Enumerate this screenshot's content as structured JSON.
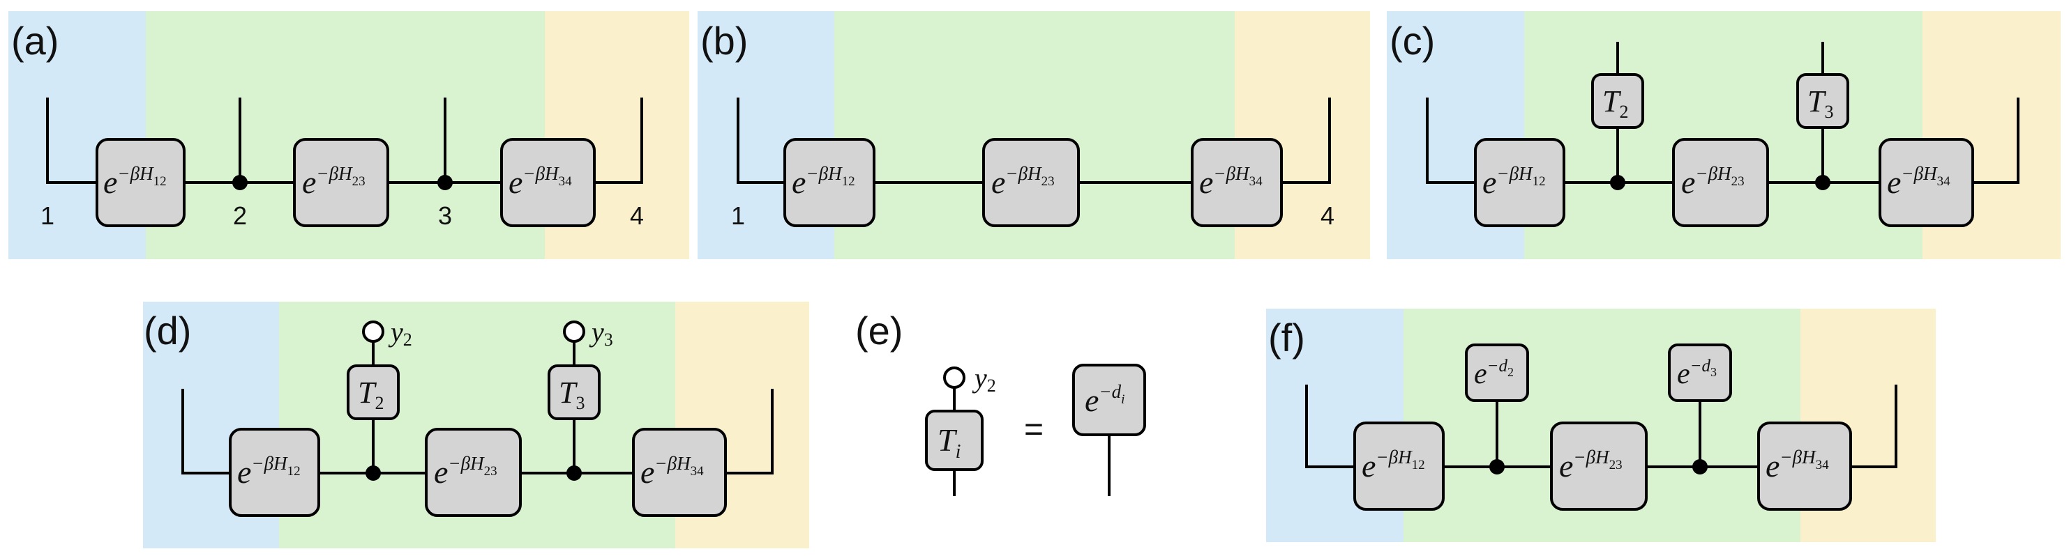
{
  "colors": {
    "blue_region": "#d3e9f8",
    "green_region": "#d9f2cf",
    "yellow_region": "#fbf0cc",
    "box_fill": "#d4d4d4",
    "line": "#000000"
  },
  "panels": {
    "a": {
      "label": "(a)",
      "sites": [
        "1",
        "2",
        "3",
        "4"
      ],
      "gates": [
        {
          "base": "e",
          "exp": "−βH",
          "sub": "12"
        },
        {
          "base": "e",
          "exp": "−βH",
          "sub": "23"
        },
        {
          "base": "e",
          "exp": "−βH",
          "sub": "34"
        }
      ]
    },
    "b": {
      "label": "(b)",
      "sites": [
        "1",
        "4"
      ],
      "gates": [
        {
          "base": "e",
          "exp": "−βH",
          "sub": "12"
        },
        {
          "base": "e",
          "exp": "−βH",
          "sub": "23"
        },
        {
          "base": "e",
          "exp": "−βH",
          "sub": "34"
        }
      ]
    },
    "c": {
      "label": "(c)",
      "gates": [
        {
          "base": "e",
          "exp": "−βH",
          "sub": "12"
        },
        {
          "base": "e",
          "exp": "−βH",
          "sub": "23"
        },
        {
          "base": "e",
          "exp": "−βH",
          "sub": "34"
        }
      ],
      "tensors": [
        {
          "sym": "T",
          "sub": "2"
        },
        {
          "sym": "T",
          "sub": "3"
        }
      ]
    },
    "d": {
      "label": "(d)",
      "gates": [
        {
          "base": "e",
          "exp": "−βH",
          "sub": "12"
        },
        {
          "base": "e",
          "exp": "−βH",
          "sub": "23"
        },
        {
          "base": "e",
          "exp": "−βH",
          "sub": "34"
        }
      ],
      "tensors": [
        {
          "sym": "T",
          "sub": "2",
          "out": "y",
          "out_sub": "2"
        },
        {
          "sym": "T",
          "sub": "3",
          "out": "y",
          "out_sub": "3"
        }
      ]
    },
    "e": {
      "label": "(e)",
      "tensor": {
        "sym": "T",
        "sub": "i",
        "out": "y",
        "out_sub": "2"
      },
      "equals": "=",
      "result": {
        "base": "e",
        "exp": "−d",
        "sub": "i"
      }
    },
    "f": {
      "label": "(f)",
      "gates": [
        {
          "base": "e",
          "exp": "−βH",
          "sub": "12"
        },
        {
          "base": "e",
          "exp": "−βH",
          "sub": "23"
        },
        {
          "base": "e",
          "exp": "−βH",
          "sub": "34"
        }
      ],
      "vertex_boxes": [
        {
          "base": "e",
          "exp": "−d",
          "sub": "2"
        },
        {
          "base": "e",
          "exp": "−d",
          "sub": "3"
        }
      ]
    }
  }
}
